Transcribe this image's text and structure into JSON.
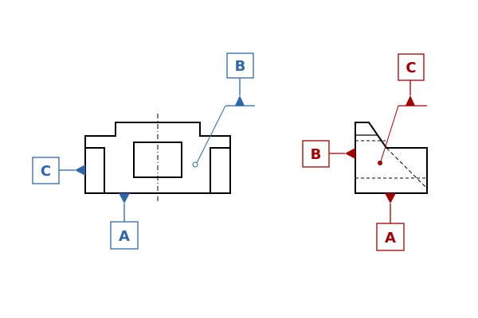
{
  "colors": {
    "outline": "#000000",
    "left_datum": "#2f66aa",
    "right_datum": "#a10000",
    "background": "#ffffff"
  },
  "left_view": {
    "datums": {
      "b": "B",
      "c": "C",
      "a": "A"
    }
  },
  "right_view": {
    "datums": {
      "c": "C",
      "b": "B",
      "a": "A"
    }
  }
}
